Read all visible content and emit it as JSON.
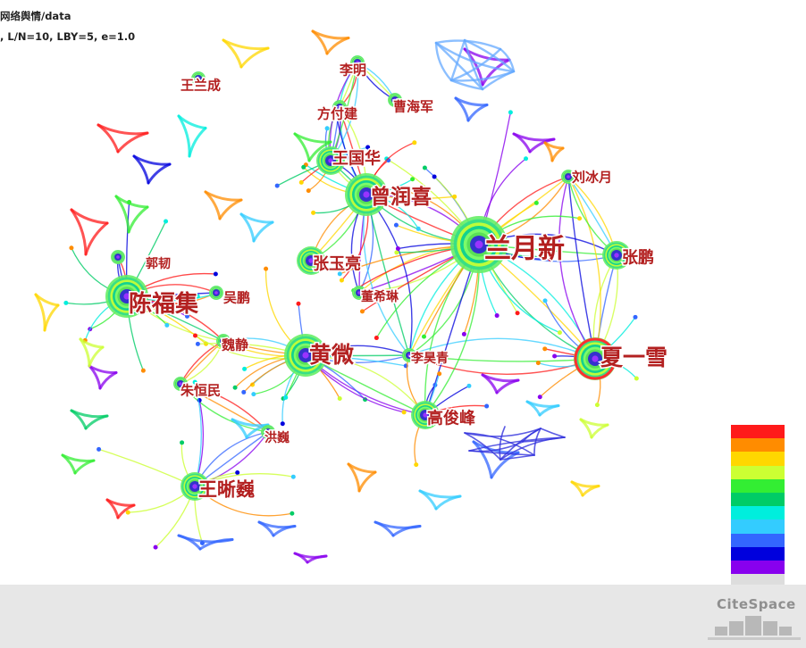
{
  "header": {
    "path": "网络舆情/data",
    "params": ", L/N=10, LBY=5, e=1.0"
  },
  "nodes": [
    {
      "label": "兰月新",
      "size": "xl"
    },
    {
      "label": "陈福集",
      "size": "l"
    },
    {
      "label": "黄微",
      "size": "l"
    },
    {
      "label": "夏一雪",
      "size": "l"
    },
    {
      "label": "曾润喜",
      "size": "l"
    },
    {
      "label": "王晰巍",
      "size": "m"
    },
    {
      "label": "高俊峰",
      "size": "m"
    },
    {
      "label": "张鹏",
      "size": "m"
    },
    {
      "label": "王国华",
      "size": "m"
    },
    {
      "label": "张玉亮",
      "size": "m"
    },
    {
      "label": "刘冰月",
      "size": "s"
    },
    {
      "label": "李明",
      "size": "s"
    },
    {
      "label": "曹海军",
      "size": "s"
    },
    {
      "label": "方付建",
      "size": "s"
    },
    {
      "label": "王兰成",
      "size": "s"
    },
    {
      "label": "郭韧",
      "size": "s"
    },
    {
      "label": "吴鹏",
      "size": "s"
    },
    {
      "label": "董希琳",
      "size": "s"
    },
    {
      "label": "魏静",
      "size": "s"
    },
    {
      "label": "李昊青",
      "size": "s"
    },
    {
      "label": "朱恒民",
      "size": "s"
    },
    {
      "label": "洪巍",
      "size": "s"
    }
  ],
  "legend_colors": [
    "#ff1a1a",
    "#ff8c00",
    "#ffd700",
    "#ccff33",
    "#33ee33",
    "#00cc66",
    "#00eedd",
    "#33ccff",
    "#3366ff",
    "#0000dd",
    "#8800ee",
    "#dddddd"
  ],
  "logo": {
    "text": "CiteSpace"
  }
}
